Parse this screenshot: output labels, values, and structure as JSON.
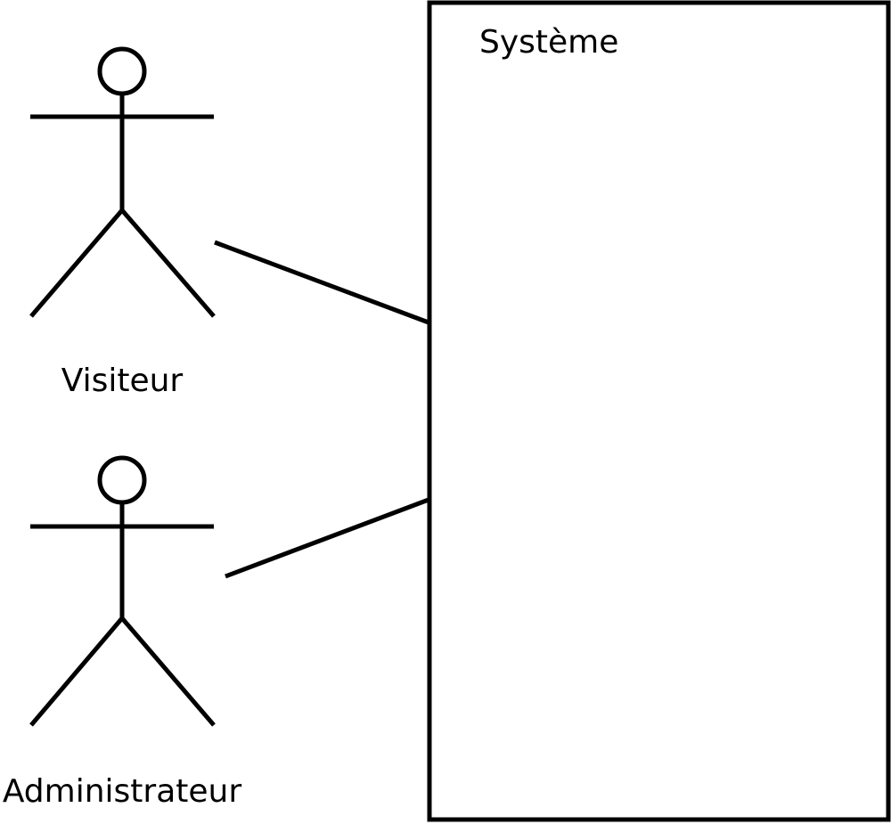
{
  "system": {
    "title": "Système"
  },
  "actors": [
    {
      "label": "Visiteur"
    },
    {
      "label": "Administrateur"
    }
  ],
  "colors": {
    "stroke": "#000000",
    "background": "#ffffff"
  }
}
